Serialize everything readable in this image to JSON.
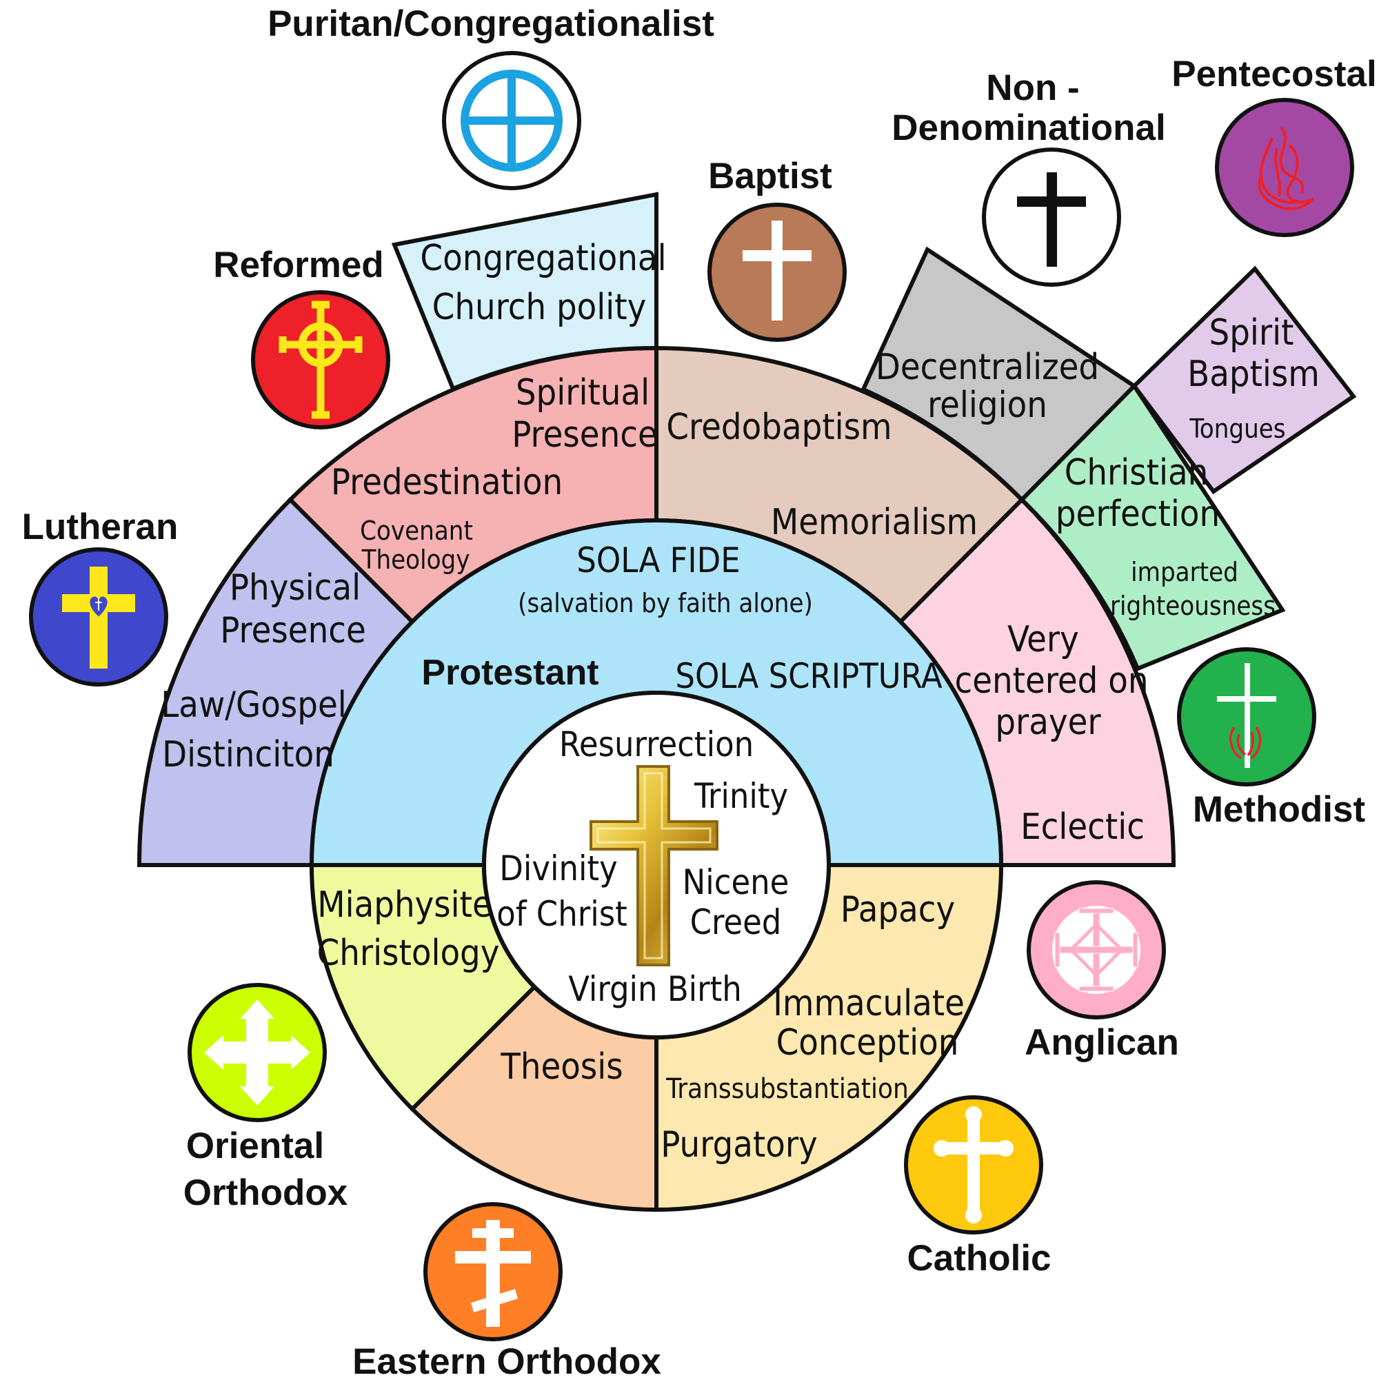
{
  "colors": {
    "protestant": "#ade4f9",
    "lutheran": "#bfc1ee",
    "reformed": "#f6b1b3",
    "congregational": "#d7f1fb",
    "baptist": "#e4cbbd",
    "nondenominational": "#c7c7c7",
    "anglican": "#fdd3e1",
    "methodist": "#aeeec7",
    "pentecostal": "#e2cbea",
    "miaphysite": "#eefa9e",
    "theosis": "#fccca6",
    "catholic": "#fde9b0"
  },
  "core": {
    "doctrines": [
      "Resurrection",
      "Trinity",
      "Divinity",
      "of Christ",
      "Nicene",
      "Creed",
      "Virgin Birth"
    ],
    "icon": "gold-cross-icon"
  },
  "protestant": {
    "title": "Protestant",
    "sola_fide": "SOLA FIDE",
    "sola_fide_sub": "(salvation by faith alone)",
    "sola_scriptura": "SOLA SCRIPTURA"
  },
  "sectors": {
    "lutheran": [
      "Physical",
      "Presence",
      "Law/Gospel",
      "Distinciton"
    ],
    "reformed": [
      "Spiritual",
      "Presence",
      "Predestination",
      "Covenant",
      "Theology"
    ],
    "congregational": [
      "Congregational",
      "Church polity"
    ],
    "baptist": [
      "Credobaptism",
      "Memorialism"
    ],
    "nondenominational": [
      "Decentralized",
      "religion"
    ],
    "anglican": [
      "Very",
      "centered on",
      "prayer",
      "Eclectic"
    ],
    "methodist": [
      "Christian",
      "perfection",
      "imparted",
      "righteousness"
    ],
    "pentecostal": [
      "Spirit",
      "Baptism",
      "Tongues"
    ],
    "miaphysite": [
      "Miaphysite",
      "Christology"
    ],
    "theosis": [
      "Theosis"
    ],
    "catholic": [
      "Papacy",
      "Immaculate",
      "Conception",
      "Transsubstantiation",
      "Purgatory"
    ]
  },
  "denominations": [
    {
      "name": "Puritan/Congregationalist",
      "icon": "celtic-cross-icon",
      "color": "#ffffff",
      "symbol": "#1aa3e0"
    },
    {
      "name": "Reformed",
      "icon": "huguenot-cross-icon",
      "color": "#ee2029",
      "symbol": "#ffe81a"
    },
    {
      "name": "Lutheran",
      "icon": "luther-rose-cross-icon",
      "color": "#3f48cc",
      "symbol": "#ffe81a"
    },
    {
      "name": "Baptist",
      "icon": "latin-cross-icon",
      "color": "#b97a57",
      "symbol": "#ffffff"
    },
    {
      "name": "Non -",
      "name2": "Denominational",
      "icon": "black-cross-icon",
      "color": "#ffffff",
      "symbol": "#111111"
    },
    {
      "name": "Pentecostal",
      "icon": "flame-icon",
      "color": "#a349a4",
      "symbol": "#ee2029"
    },
    {
      "name": "Methodist",
      "icon": "cross-and-flame-icon",
      "color": "#22b14c",
      "symbol": "#ffffff"
    },
    {
      "name": "Anglican",
      "icon": "compass-rose-cross-icon",
      "color": "#ffaec9",
      "symbol": "#ffffff"
    },
    {
      "name": "Catholic",
      "icon": "budded-cross-icon",
      "color": "#ffc90e",
      "symbol": "#ffffff"
    },
    {
      "name": "Eastern Orthodox",
      "icon": "orthodox-cross-icon",
      "color": "#ff7f27",
      "symbol": "#ffffff"
    },
    {
      "name": "Oriental",
      "name2": "Orthodox",
      "icon": "coptic-cross-icon",
      "color": "#ccff00",
      "symbol": "#ffffff"
    }
  ]
}
